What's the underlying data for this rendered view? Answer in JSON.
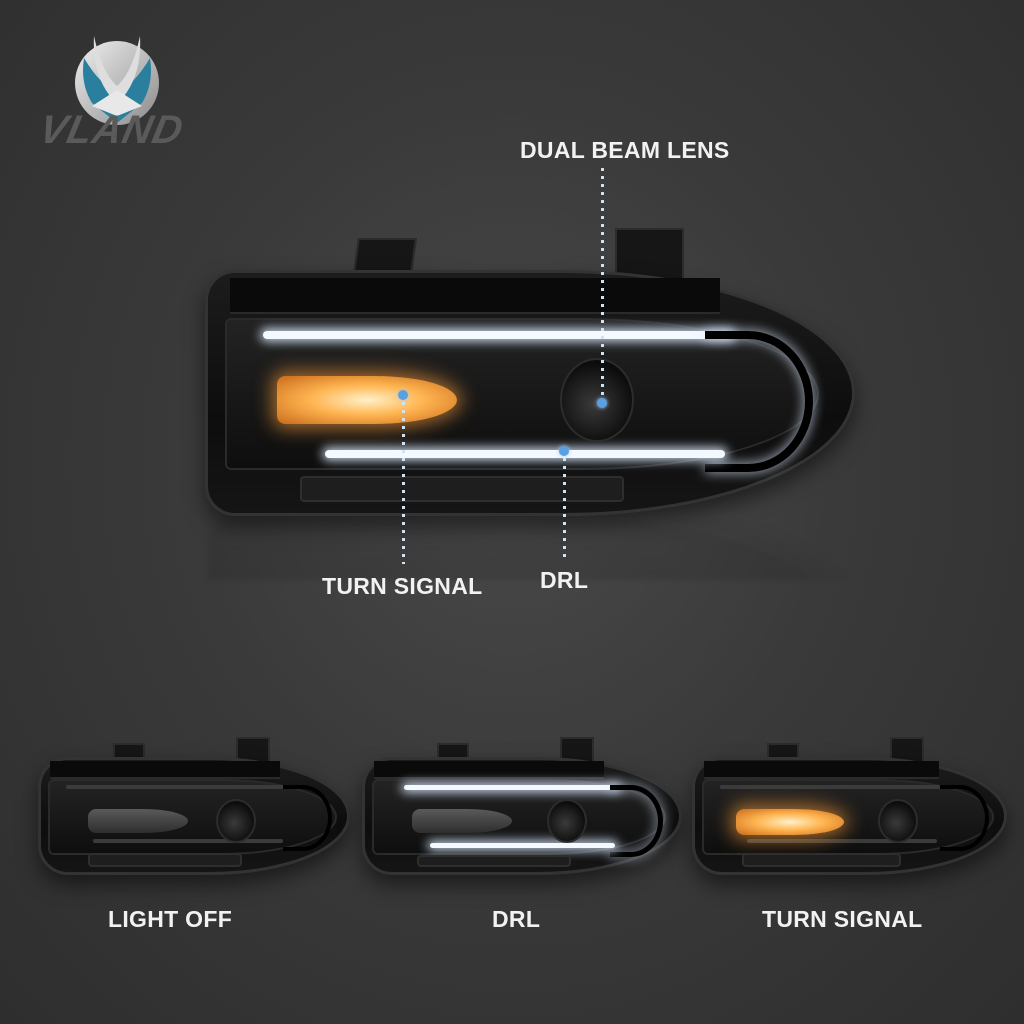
{
  "brand": {
    "name": "VLAND",
    "colors": {
      "primary": "#2a7f9e",
      "silver": "#d0d0d0",
      "wordmark": "#5a5a5a"
    }
  },
  "main_product": {
    "callouts": [
      {
        "id": "dual-beam-lens",
        "label": "DUAL BEAM LENS"
      },
      {
        "id": "turn-signal",
        "label": "TURN SIGNAL"
      },
      {
        "id": "drl",
        "label": "DRL"
      }
    ]
  },
  "variants": [
    {
      "id": "light-off",
      "label": "LIGHT OFF",
      "drl": false,
      "turn": false
    },
    {
      "id": "drl",
      "label": "DRL",
      "drl": true,
      "turn": false
    },
    {
      "id": "turn-signal",
      "label": "TURN SIGNAL",
      "drl": false,
      "turn": true
    }
  ],
  "colors": {
    "background": "#3a3a3a",
    "label_text": "#f2f2f2",
    "callout_dot": "#5a9fe0",
    "drl_white": "#f4f8ff",
    "turn_amber": "#ffb450"
  }
}
